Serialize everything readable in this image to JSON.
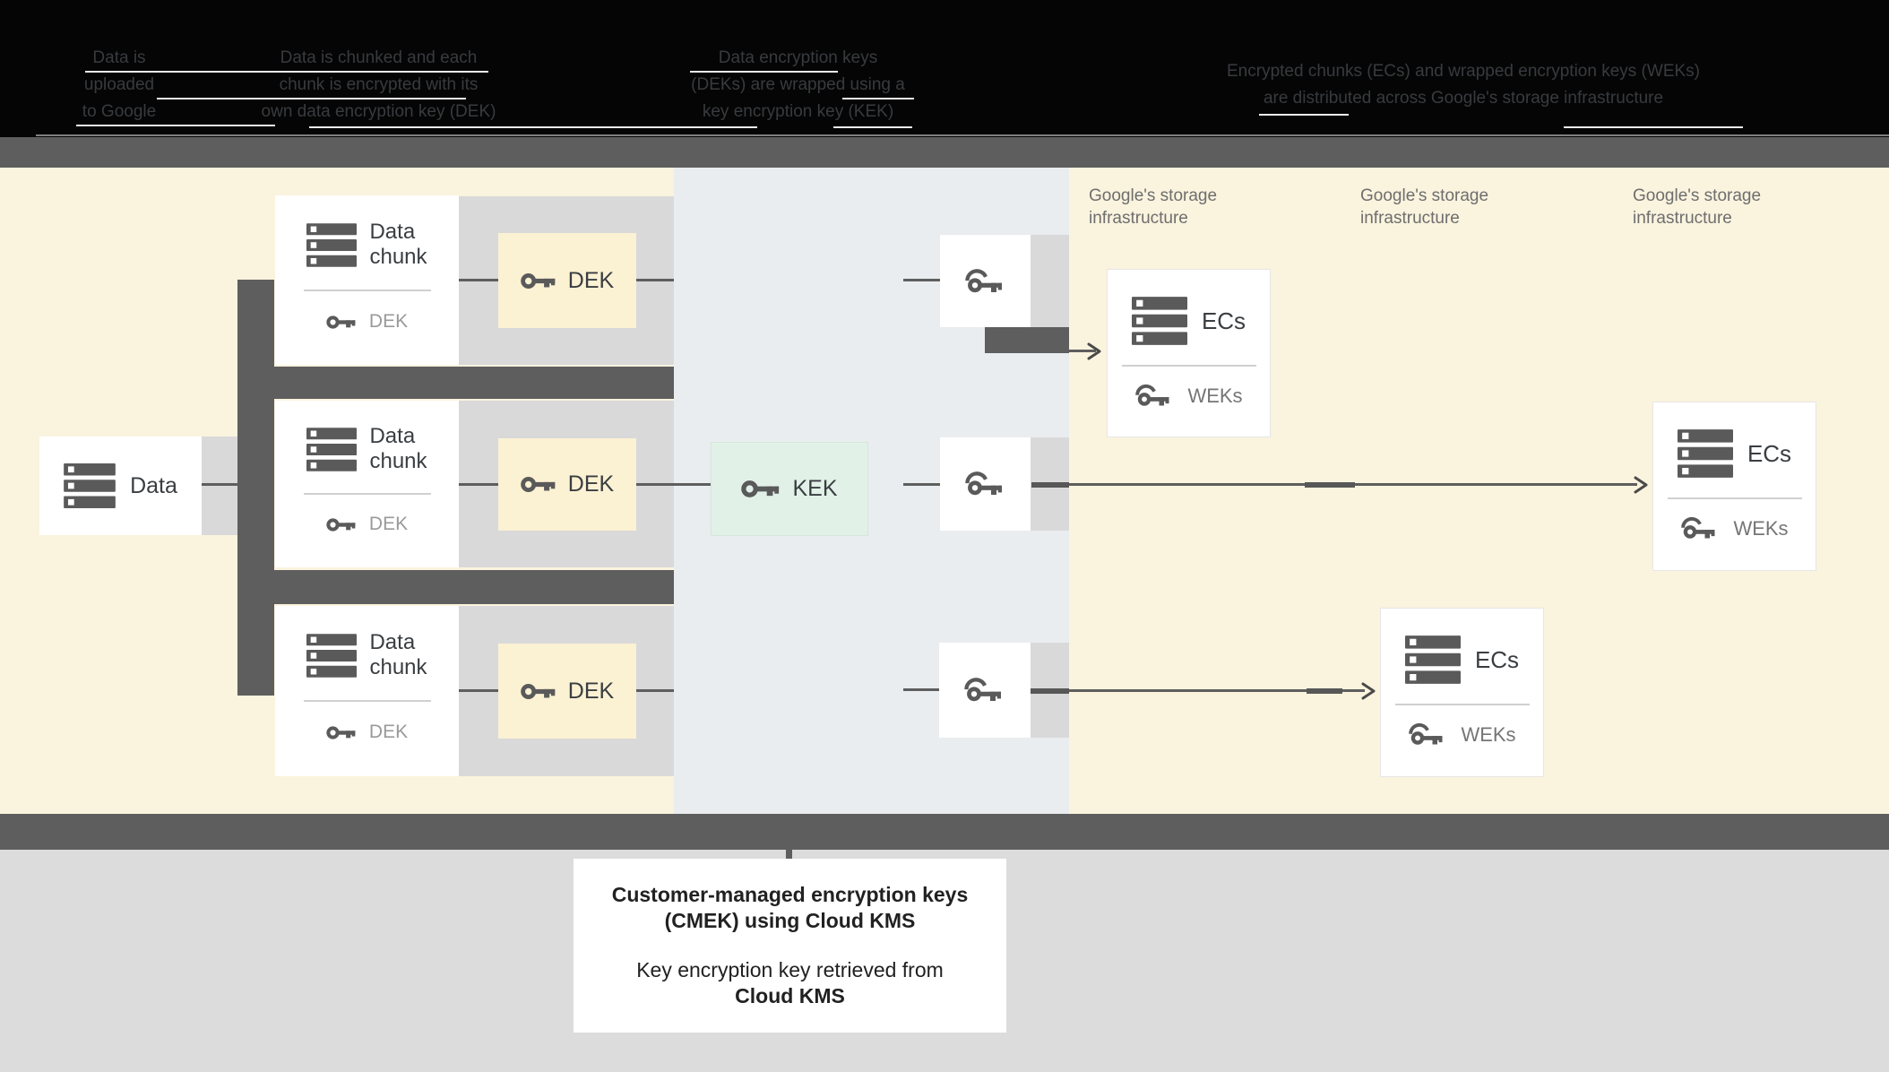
{
  "header": {
    "steps": [
      {
        "lines": [
          "Data is",
          "uploaded",
          "to Google"
        ]
      },
      {
        "lines": [
          "Data is chunked and each",
          "chunk is encrypted with its",
          "own data encryption key (DEK)"
        ]
      },
      {
        "lines": [
          "Data encryption keys",
          "(DEKs) are wrapped using a",
          "key encryption key (KEK)"
        ]
      },
      {
        "lines": [
          "Encrypted chunks (ECs) and wrapped encryption keys (WEKs)",
          "are distributed across Google's storage infrastructure"
        ]
      }
    ]
  },
  "diagram": {
    "data_box": {
      "label": "Data"
    },
    "chunk_boxes": [
      {
        "title_line1": "Data",
        "title_line2": "chunk",
        "key_label": "DEK"
      },
      {
        "title_line1": "Data",
        "title_line2": "chunk",
        "key_label": "DEK"
      },
      {
        "title_line1": "Data",
        "title_line2": "chunk",
        "key_label": "DEK"
      }
    ],
    "dek_boxes": [
      {
        "label": "DEK"
      },
      {
        "label": "DEK"
      },
      {
        "label": "DEK"
      }
    ],
    "kek_box": {
      "label": "KEK"
    },
    "storage_labels": [
      {
        "line1": "Google's storage",
        "line2": "infrastructure"
      },
      {
        "line1": "Google's storage",
        "line2": "infrastructure"
      },
      {
        "line1": "Google's storage",
        "line2": "infrastructure"
      }
    ],
    "ec_boxes": [
      {
        "title": "ECs",
        "key_label": "WEKs"
      },
      {
        "title": "ECs",
        "key_label": "WEKs"
      },
      {
        "title": "ECs",
        "key_label": "WEKs"
      }
    ]
  },
  "footer_note": {
    "title_line1": "Customer-managed encryption keys",
    "title_line2": "(CMEK) using Cloud KMS",
    "body_line1": "Key encryption key retrieved from",
    "body_line2": "Cloud KMS"
  },
  "colors": {
    "cream_background": "#faf3de",
    "kms_section_background": "#e9edef",
    "dek_box_fill": "#fbf1d3",
    "kek_box_fill": "#e2f1e8",
    "dark_bar": "#5e5e5e",
    "light_band": "#d9d9d9",
    "bottom_background": "#dcdcdc",
    "header_background": "#050505"
  }
}
